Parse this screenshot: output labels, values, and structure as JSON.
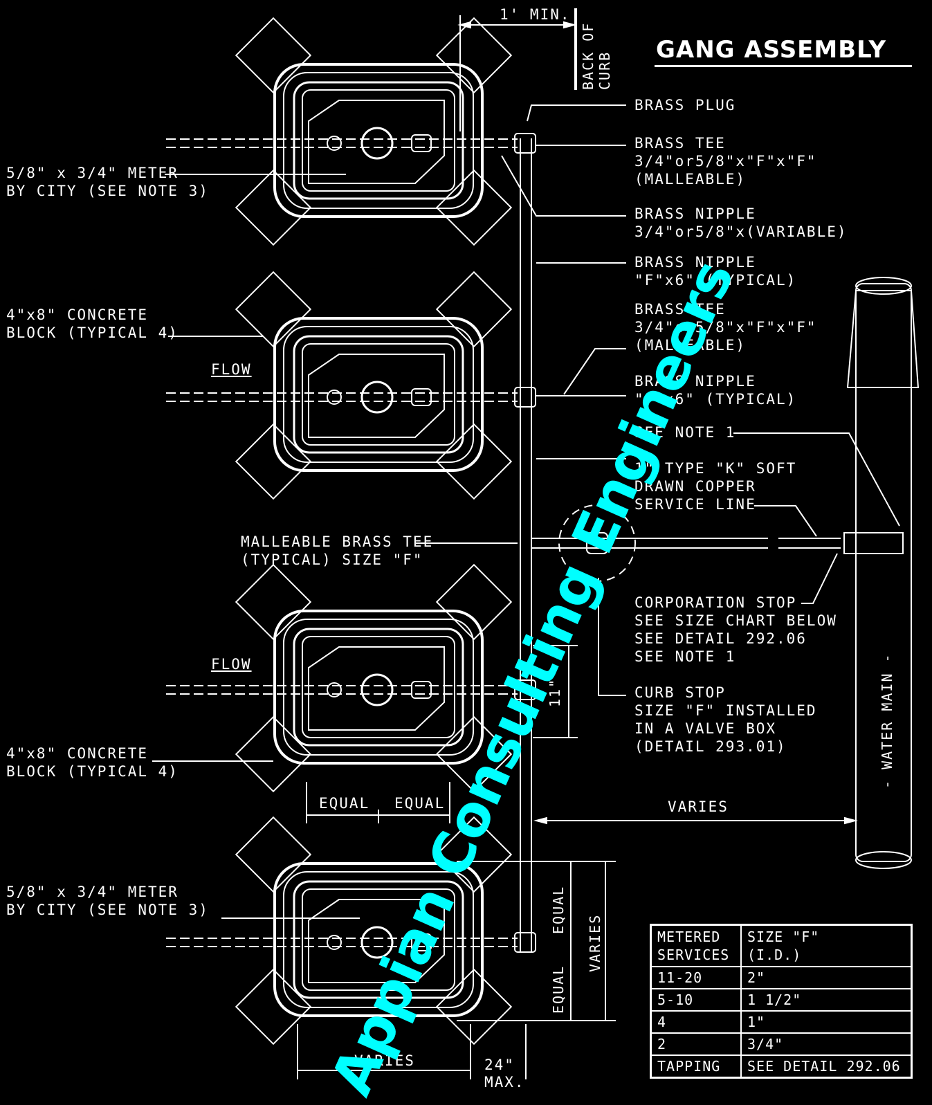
{
  "title": "GANG ASSEMBLY",
  "labels": {
    "one_min": "1' MIN.",
    "back_of_curb": "BACK OF\nCURB",
    "brass_plug": "BRASS PLUG",
    "brass_tee": "BRASS TEE\n3/4\"or5/8\"x\"F\"x\"F\"\n(MALLEABLE)",
    "brass_nipple_1": "BRASS NIPPLE\n3/4\"or5/8\"x(VARIABLE)",
    "brass_nipple_2": "BRASS NIPPLE\n\"F\"x6\" (TYPICAL)",
    "brass_tee_2": "BRASS TEE\n3/4\"or5/8\"x\"F\"x\"F\"\n(MALLEABLE)",
    "brass_nipple_3": "BRASS NIPPLE\n\"F\"x6\" (TYPICAL)",
    "see_note_1": "SEE NOTE 1",
    "service_line": "1\" TYPE \"K\" SOFT\nDRAWN COPPER\nSERVICE LINE",
    "malleable_tee": "MALLEABLE BRASS TEE\n(TYPICAL) SIZE \"F\"",
    "corporation_stop": "CORPORATION STOP\nSEE SIZE CHART BELOW\nSEE DETAIL 292.06\nSEE NOTE 1",
    "curb_stop": "CURB STOP\nSIZE \"F\" INSTALLED\nIN A VALVE BOX\n(DETAIL 293.01)",
    "meter_top": "5/8\" x 3/4\" METER\nBY CITY (SEE NOTE 3)",
    "block_top": "4\"x8\" CONCRETE\nBLOCK (TYPICAL 4)",
    "flow_1": "FLOW",
    "flow_2": "FLOW",
    "block_bottom": "4\"x8\" CONCRETE\nBLOCK (TYPICAL 4)",
    "meter_bottom": "5/8\" x 3/4\" METER\nBY CITY (SEE NOTE 3)",
    "equal_left": "EQUAL",
    "equal_right": "EQUAL",
    "varies_main": "VARIES",
    "eleven_in": "11\"",
    "equal_v_top": "EQUAL",
    "equal_v_bottom": "EQUAL",
    "varies_v": "VARIES",
    "water_main": "- WATER MAIN -",
    "varies_bottom": "VARIES",
    "twentyfour_max": "24\"\nMAX."
  },
  "size_table": {
    "header": [
      "METERED\nSERVICES",
      "SIZE \"F\"\n(I.D.)"
    ],
    "rows": [
      [
        "11-20",
        "2\""
      ],
      [
        "5-10",
        "1 1/2\""
      ],
      [
        "4",
        "1\""
      ],
      [
        "2",
        "3/4\""
      ],
      [
        "TAPPING",
        "SEE DETAIL 292.06"
      ]
    ]
  },
  "watermark": "Appian Consulting Engineers",
  "colors": {
    "background": "#000000",
    "line": "#ffffff",
    "watermark": "#00ffff"
  }
}
